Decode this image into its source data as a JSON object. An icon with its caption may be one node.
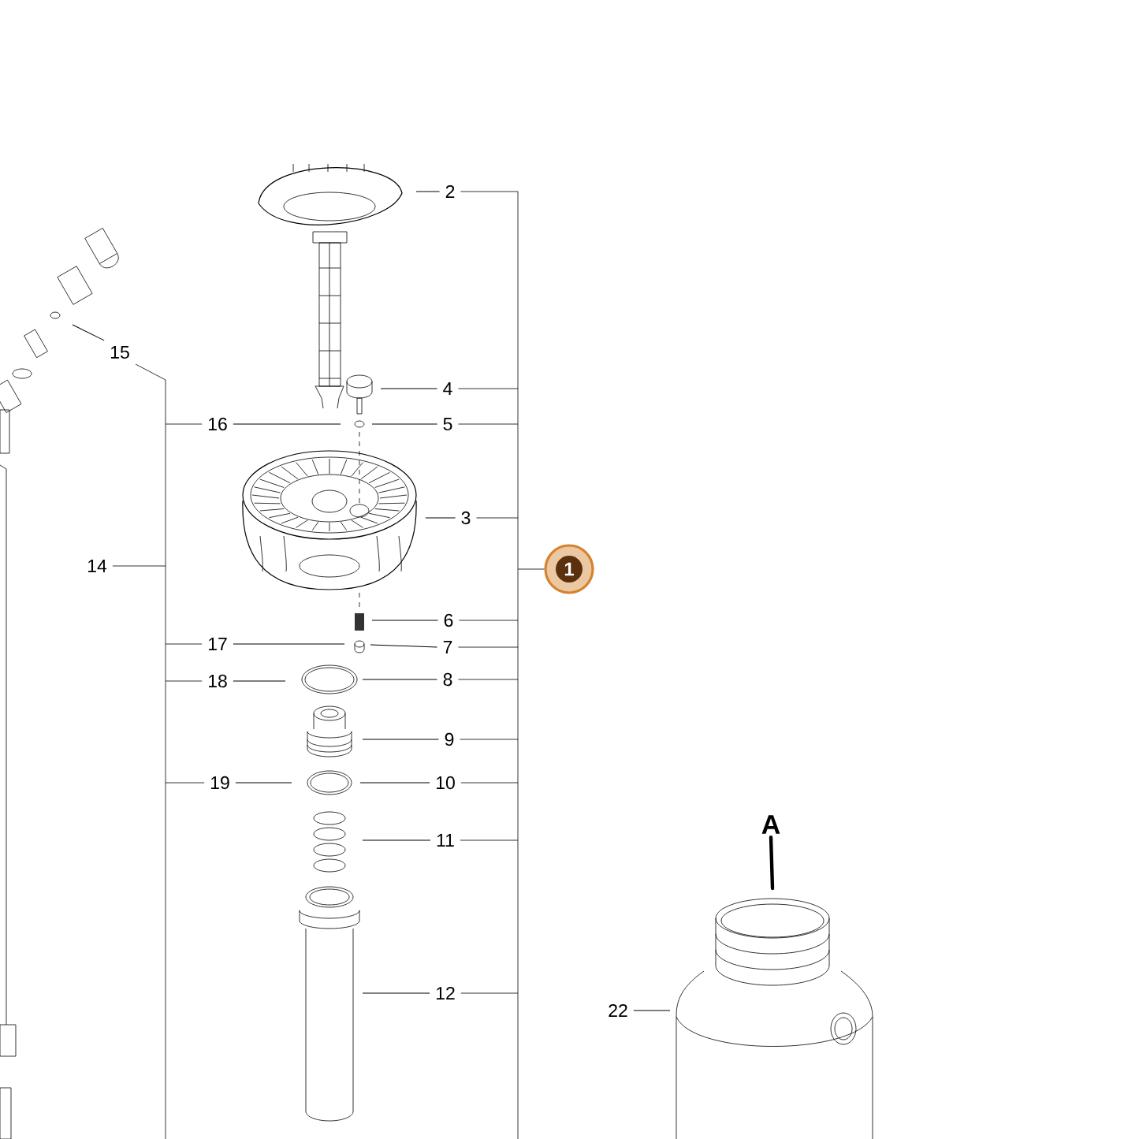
{
  "diagram": {
    "nodes": [
      {
        "text": [
          "2"
        ]
      },
      {
        "text": [
          "15"
        ]
      },
      {
        "text": [
          "4"
        ]
      },
      {
        "text": [
          "16"
        ]
      },
      {
        "text": [
          "5"
        ]
      },
      {
        "text": [
          "3"
        ]
      },
      {
        "text": [
          "14"
        ]
      },
      {
        "text": [
          "1"
        ]
      },
      {
        "text": [
          "6"
        ]
      },
      {
        "text": [
          "17"
        ]
      },
      {
        "text": [
          "7"
        ]
      },
      {
        "text": [
          "18"
        ]
      },
      {
        "text": [
          "8"
        ]
      },
      {
        "text": [
          "9"
        ]
      },
      {
        "text": [
          "19"
        ]
      },
      {
        "text": [
          "10"
        ]
      },
      {
        "text": [
          "11"
        ]
      },
      {
        "text": [
          "A"
        ]
      },
      {
        "text": [
          "12"
        ]
      },
      {
        "text": [
          "22"
        ]
      }
    ],
    "edges": [
      {
        "from": 0,
        "to": null,
        "arrow": "none"
      },
      {
        "from": 1,
        "to": null,
        "arrow": "none"
      },
      {
        "from": 2,
        "to": null,
        "arrow": "none"
      },
      {
        "from": 3,
        "to": null,
        "arrow": "none"
      },
      {
        "from": 4,
        "to": null,
        "arrow": "none"
      },
      {
        "from": 5,
        "to": null,
        "arrow": "none"
      },
      {
        "from": 8,
        "to": null,
        "arrow": "none"
      },
      {
        "from": 9,
        "to": null,
        "arrow": "none"
      },
      {
        "from": 10,
        "to": null,
        "arrow": "none"
      },
      {
        "from": 11,
        "to": null,
        "arrow": "none"
      },
      {
        "from": 12,
        "to": null,
        "arrow": "none"
      },
      {
        "from": 13,
        "to": null,
        "arrow": "none"
      },
      {
        "from": 14,
        "to": null,
        "arrow": "none"
      },
      {
        "from": 15,
        "to": null,
        "arrow": "none"
      },
      {
        "from": 16,
        "to": null,
        "arrow": "none"
      },
      {
        "from": 17,
        "to": null,
        "arrow": "none",
        "style": "thick"
      },
      {
        "from": 18,
        "to": null,
        "arrow": "none"
      },
      {
        "from": 19,
        "to": null,
        "arrow": "none"
      }
    ]
  }
}
